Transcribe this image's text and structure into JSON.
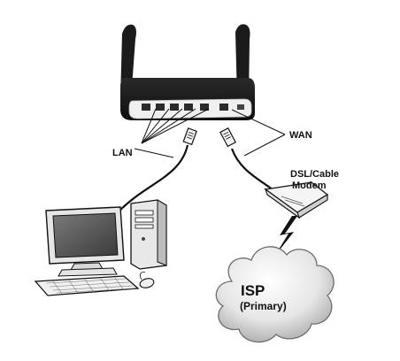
{
  "labels": {
    "lan": "LAN",
    "wan": "WAN",
    "modem_line1": "DSL/Cable",
    "modem_line2": "Modem",
    "isp_line1": "ISP",
    "isp_line2": "(Primary)"
  },
  "colors": {
    "device_dark": "#1e1e1e",
    "device_light": "#f2f2f2",
    "cloud": "#e9e9e9",
    "cloud_stroke": "#6d6d6d",
    "line": "#111111"
  },
  "icons": [
    "router",
    "antenna",
    "ethernet-plug",
    "pc-monitor",
    "pc-tower",
    "keyboard",
    "mouse",
    "modem",
    "lightning-bolt",
    "cloud"
  ]
}
